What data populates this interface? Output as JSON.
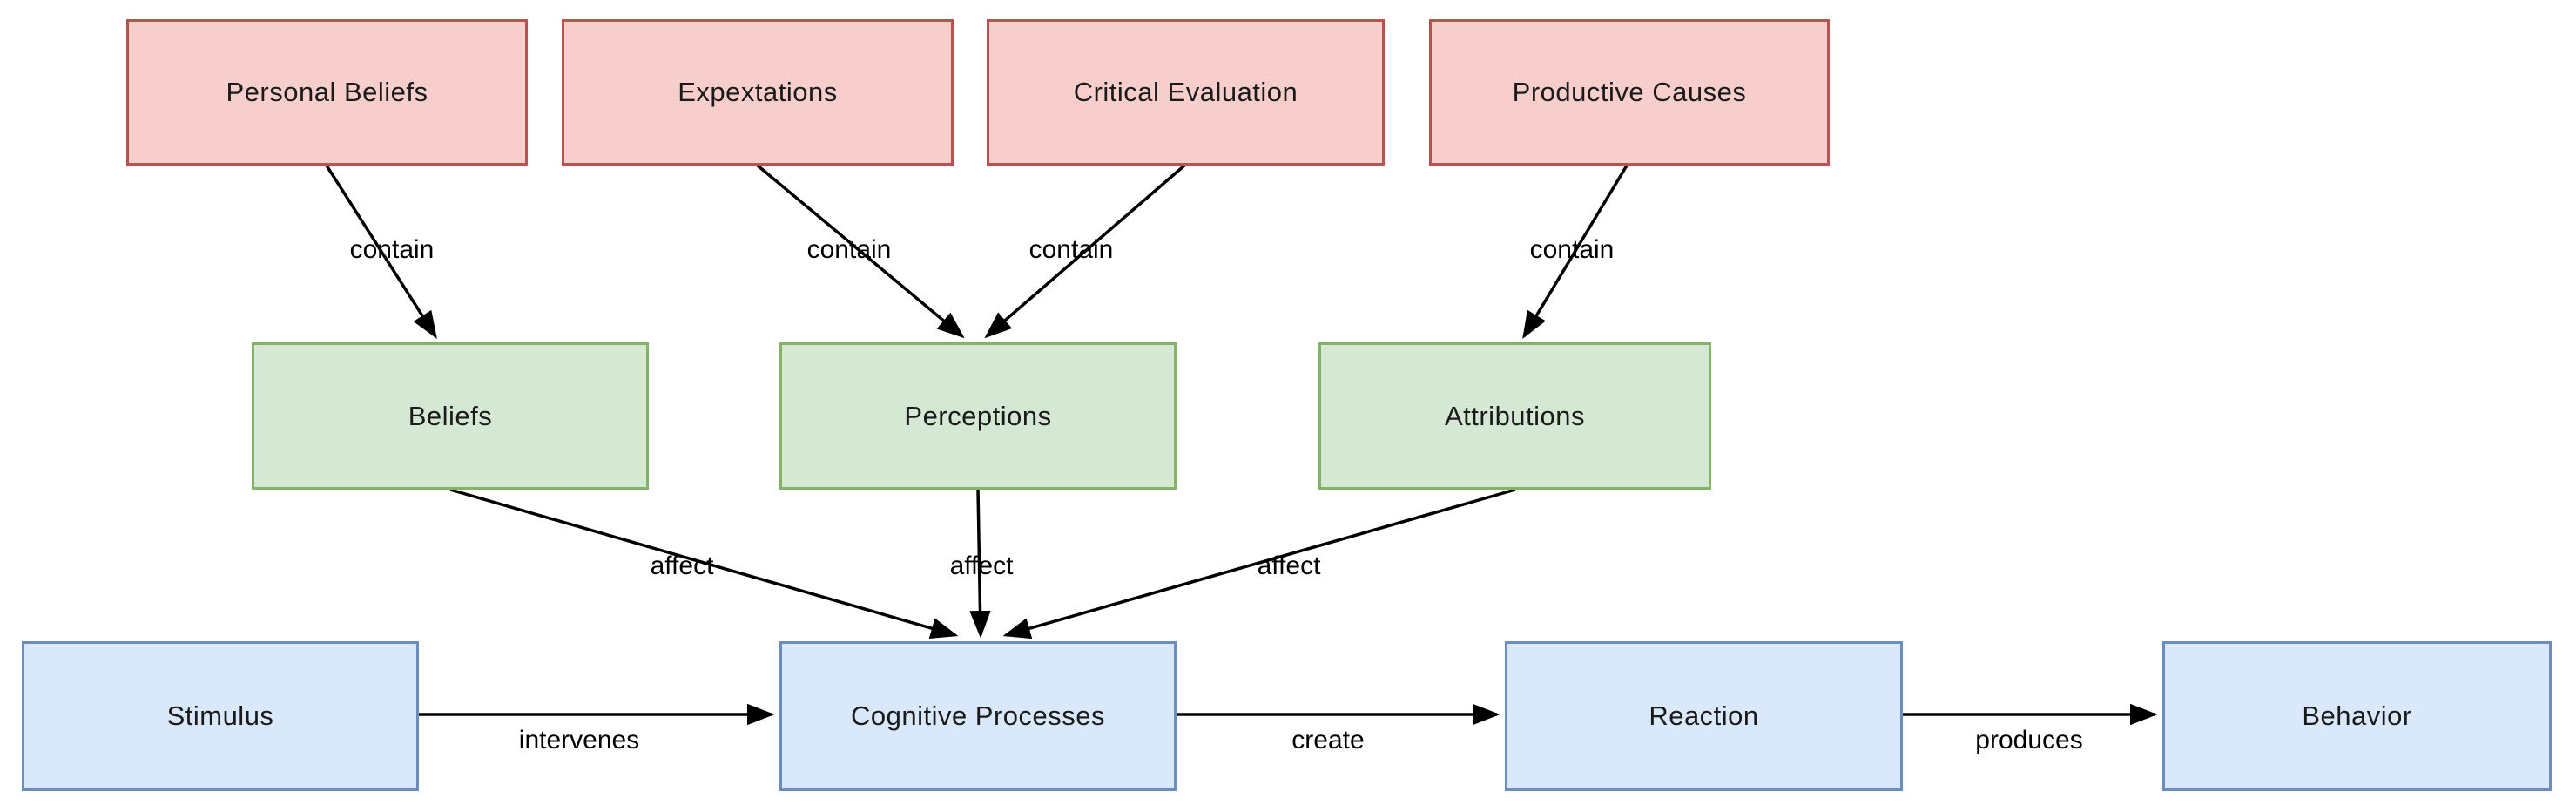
{
  "diagram": {
    "background_color": "#ffffff",
    "edge_color": "#000000",
    "palette": {
      "cause_fill": "#f8cecc",
      "cause_border": "#b85450",
      "mediator_fill": "#d5e8d4",
      "mediator_border": "#82b366",
      "process_fill": "#dae8fc",
      "process_border": "#6c8ebf"
    },
    "nodes": [
      {
        "id": "personal-beliefs",
        "label": "Personal Beliefs",
        "kind": "cause"
      },
      {
        "id": "expextations",
        "label": "Expextations",
        "kind": "cause"
      },
      {
        "id": "critical-evaluation",
        "label": "Critical Evaluation",
        "kind": "cause"
      },
      {
        "id": "productive-causes",
        "label": "Productive Causes",
        "kind": "cause"
      },
      {
        "id": "beliefs",
        "label": "Beliefs",
        "kind": "mediator"
      },
      {
        "id": "perceptions",
        "label": "Perceptions",
        "kind": "mediator"
      },
      {
        "id": "attributions",
        "label": "Attributions",
        "kind": "mediator"
      },
      {
        "id": "stimulus",
        "label": "Stimulus",
        "kind": "process"
      },
      {
        "id": "cognitive-processes",
        "label": "Cognitive Processes",
        "kind": "process"
      },
      {
        "id": "reaction",
        "label": "Reaction",
        "kind": "process"
      },
      {
        "id": "behavior",
        "label": "Behavior",
        "kind": "process"
      }
    ],
    "edges": [
      {
        "from": "personal-beliefs",
        "to": "beliefs",
        "label": "contain"
      },
      {
        "from": "expextations",
        "to": "perceptions",
        "label": "contain"
      },
      {
        "from": "critical-evaluation",
        "to": "perceptions",
        "label": "contain"
      },
      {
        "from": "productive-causes",
        "to": "attributions",
        "label": "contain"
      },
      {
        "from": "beliefs",
        "to": "cognitive-processes",
        "label": "affect"
      },
      {
        "from": "perceptions",
        "to": "cognitive-processes",
        "label": "affect"
      },
      {
        "from": "attributions",
        "to": "cognitive-processes",
        "label": "affect"
      },
      {
        "from": "stimulus",
        "to": "cognitive-processes",
        "label": "intervenes"
      },
      {
        "from": "cognitive-processes",
        "to": "reaction",
        "label": "create"
      },
      {
        "from": "reaction",
        "to": "behavior",
        "label": "produces"
      }
    ]
  }
}
